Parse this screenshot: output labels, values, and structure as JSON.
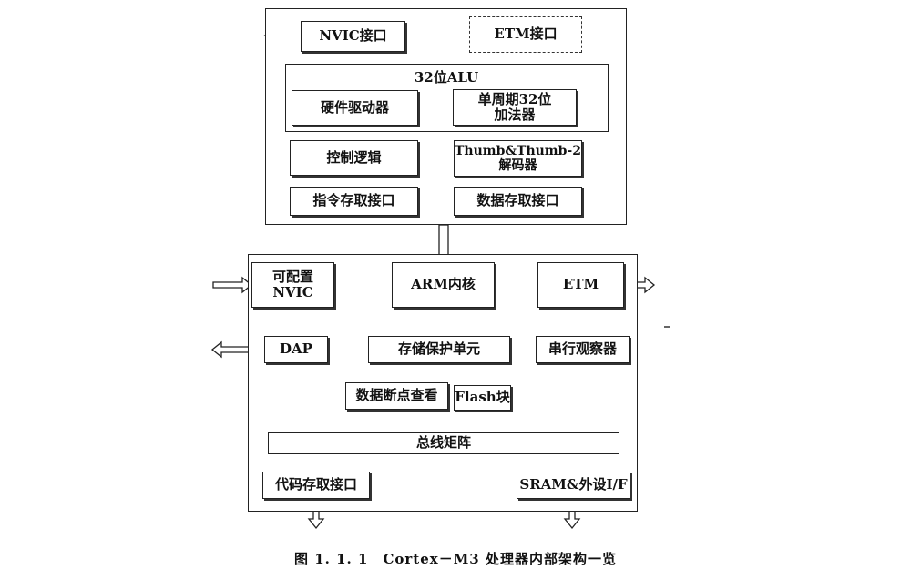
{
  "upper": {
    "nvic_port": "NVIC接口",
    "etm_port": "ETM接口",
    "alu_title": "32位ALU",
    "hw_driver": "硬件驱动器",
    "adder": "单周期32位\n加法器",
    "control_logic": "控制逻辑",
    "thumb_decoder": "Thumb&Thumb-2\n解码器",
    "instr_fetch": "指令存取接口",
    "data_access": "数据存取接口"
  },
  "lower": {
    "nvic": "可配置\nNVIC",
    "arm_core": "ARM内核",
    "etm": "ETM",
    "dap": "DAP",
    "mpu": "存储保护单元",
    "serial_viewer": "串行观察器",
    "data_watch": "数据断点查看",
    "flash_block": "Flash块",
    "bus_matrix": "总线矩阵",
    "code_iface": "代码存取接口",
    "sram_iface": "SRAM&外设I/F"
  },
  "caption": "图 1. 1. 1　Cortex－M3 处理器内部架构一览"
}
